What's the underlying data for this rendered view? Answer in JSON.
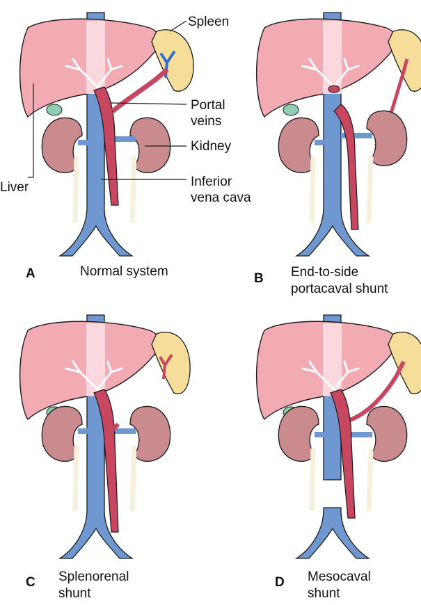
{
  "labels": {
    "spleen": "Spleen",
    "portal_veins_1": "Portal",
    "portal_veins_2": "veins",
    "kidney": "Kidney",
    "liver": "Liver",
    "ivc_1": "Inferior",
    "ivc_2": "vena cava"
  },
  "panels": [
    {
      "letter": "A",
      "caption_1": "Normal system",
      "caption_2": ""
    },
    {
      "letter": "B",
      "caption_1": "End-to-side",
      "caption_2": "portacaval shunt"
    },
    {
      "letter": "C",
      "caption_1": "Splenorenal",
      "caption_2": "shunt"
    },
    {
      "letter": "D",
      "caption_1": "Mesocaval",
      "caption_2": "shunt"
    }
  ],
  "colors": {
    "liver": "#f2aab3",
    "liver_strip": "#fbdde1",
    "spleen": "#f7dd9a",
    "kidney": "#c98b8e",
    "vein_blue": "#6f97d0",
    "portal_red": "#c74660",
    "ureter": "#f6f1dc",
    "gallbladder": "#8fcfb0",
    "outline": "#1a1a1a"
  }
}
